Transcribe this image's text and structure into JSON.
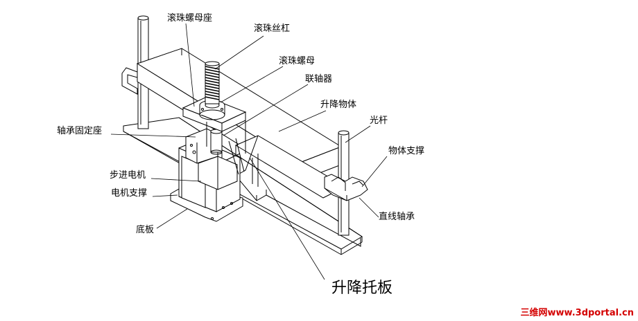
{
  "labels": {
    "ball_nut_seat": "滚珠螺母座",
    "ball_screw": "滚珠丝杠",
    "ball_nut": "滚珠螺母",
    "coupling": "联轴器",
    "lifting_body": "升降物体",
    "bearing_fixed_seat": "轴承固定座",
    "polished_rod": "光杆",
    "body_support": "物体支撑",
    "stepper_motor": "步进电机",
    "motor_support": "电机支撑",
    "linear_bearing": "直线轴承",
    "base_plate": "底板",
    "lifting_tray": "升降托板"
  },
  "watermark": {
    "text": "三维网www.3dportal.cn",
    "color": "#d40000"
  }
}
